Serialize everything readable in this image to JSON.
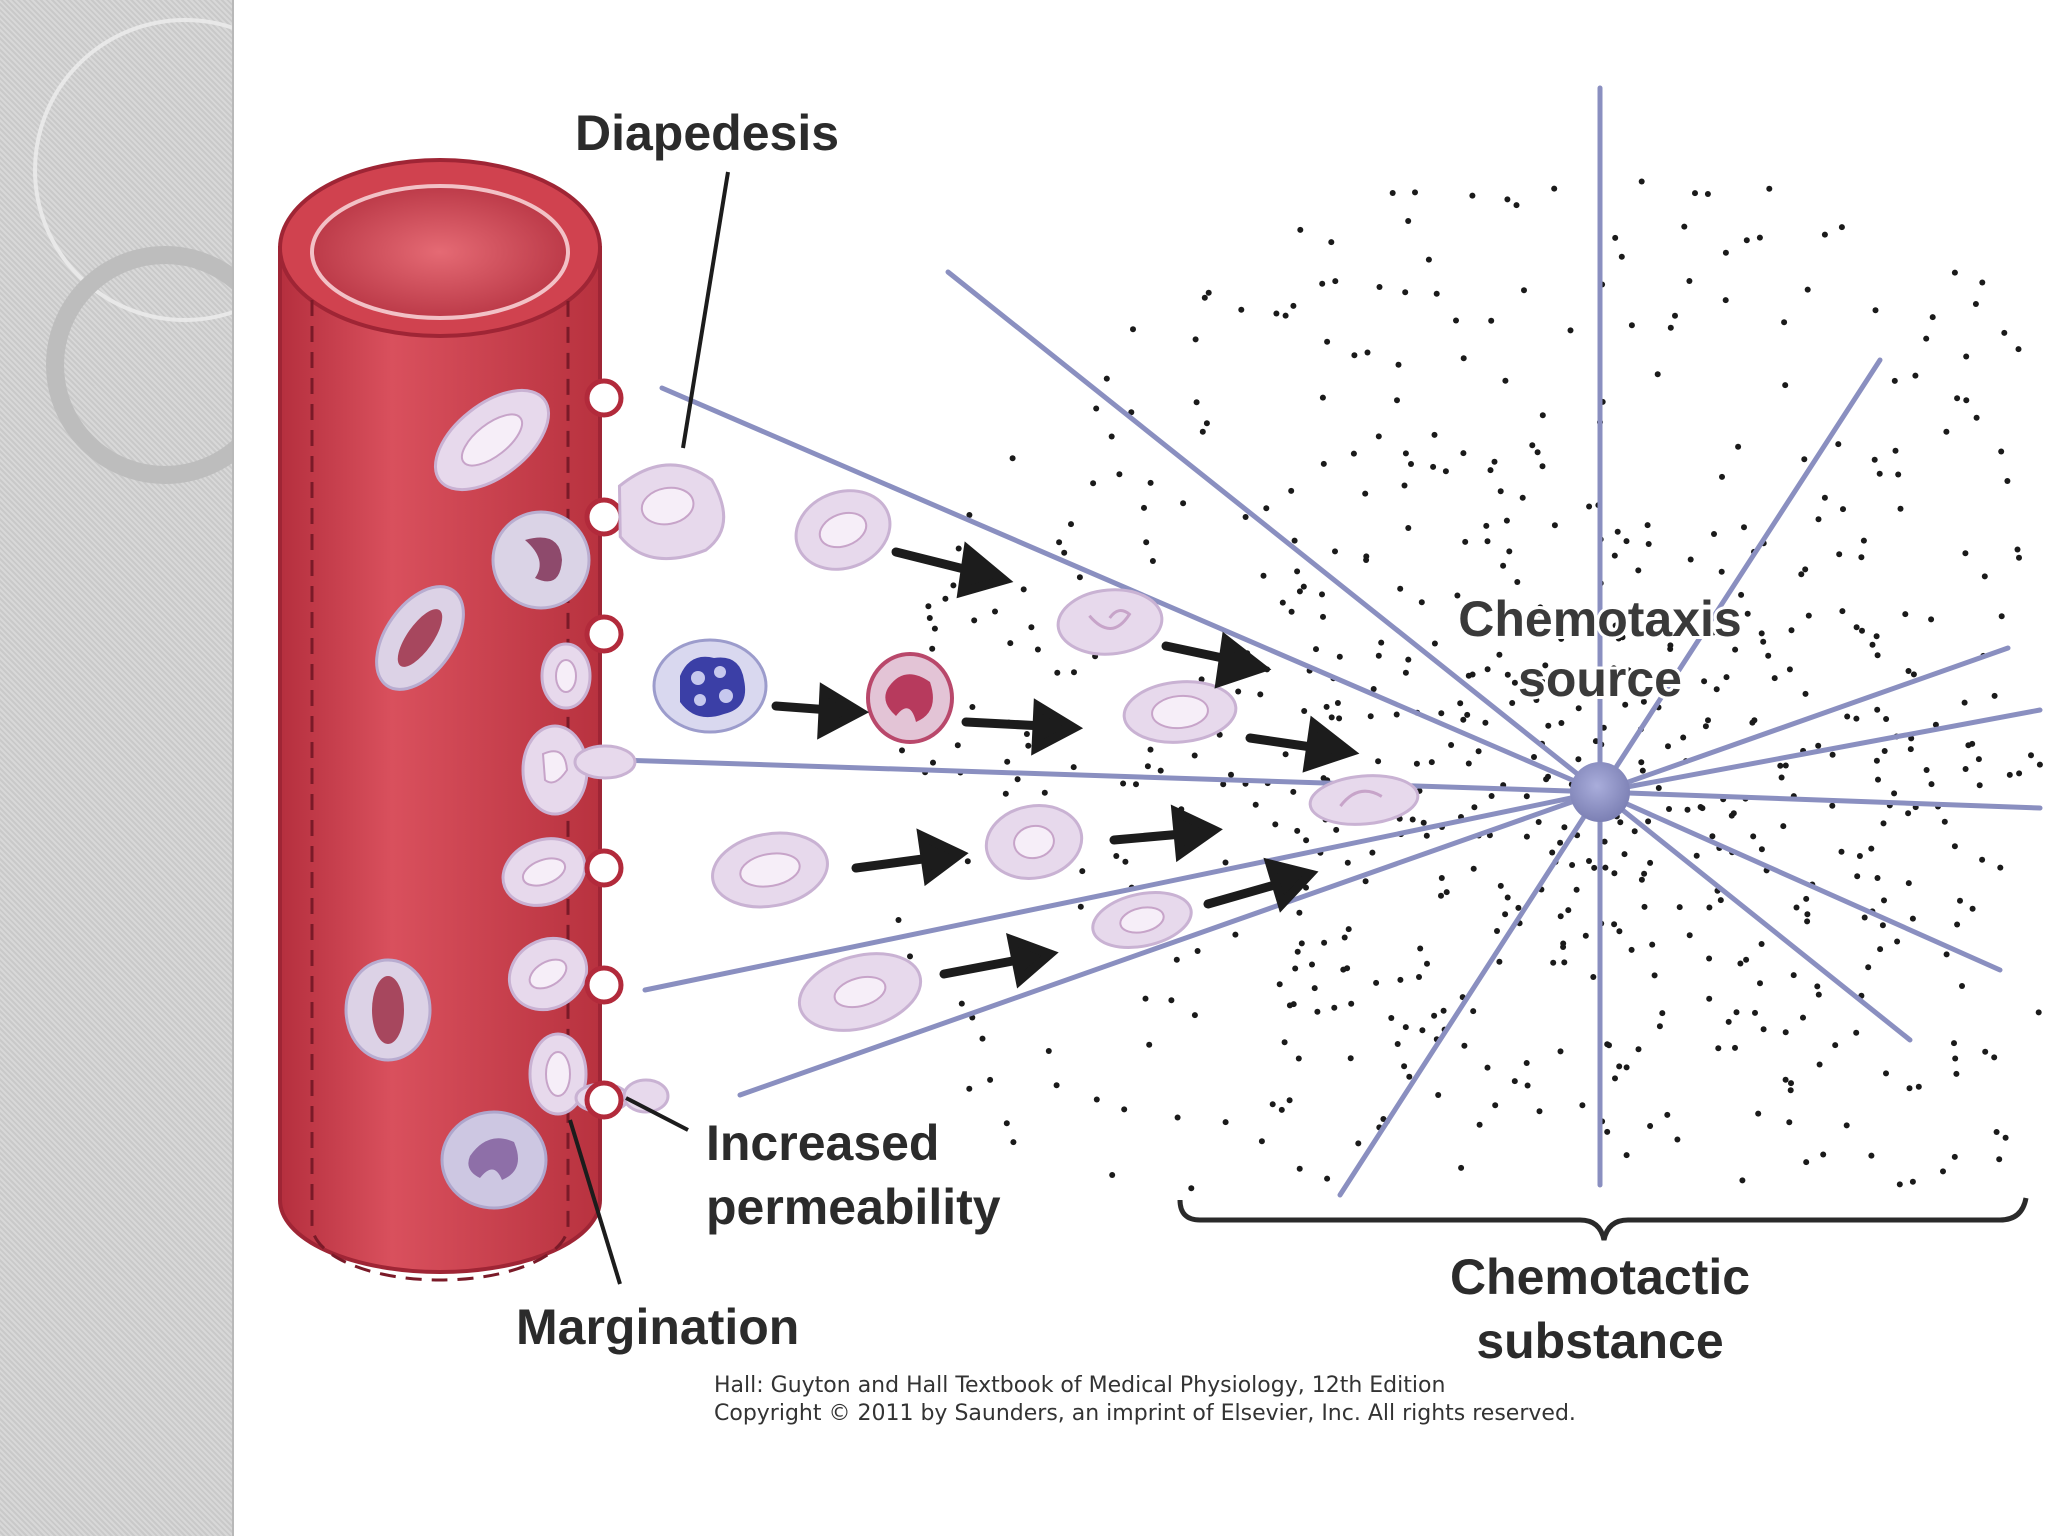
{
  "labels": {
    "diapedesis": "Diapedesis",
    "chemotaxis_source_line1": "Chemotaxis",
    "chemotaxis_source_line2": "source",
    "increased_permeability_line1": "Increased",
    "increased_permeability_line2": "permeability",
    "margination": "Margination",
    "chemotactic_substance_line1": "Chemotactic",
    "chemotactic_substance_line2": "substance"
  },
  "credit": {
    "line1": "Hall: Guyton and Hall Textbook of Medical Physiology, 12th Edition",
    "line2": "Copyright © 2011 by Saunders, an imprint of Elsevier, Inc. All rights reserved."
  },
  "colors": {
    "vessel": "#c93d4b",
    "vessel_dark": "#a82b3a",
    "ray": "#8a8fc0",
    "source": "#8a8fc0",
    "cell": "#e7d9ec",
    "cell_edge": "#c9b2d3",
    "arrow": "#1c1c1c"
  }
}
